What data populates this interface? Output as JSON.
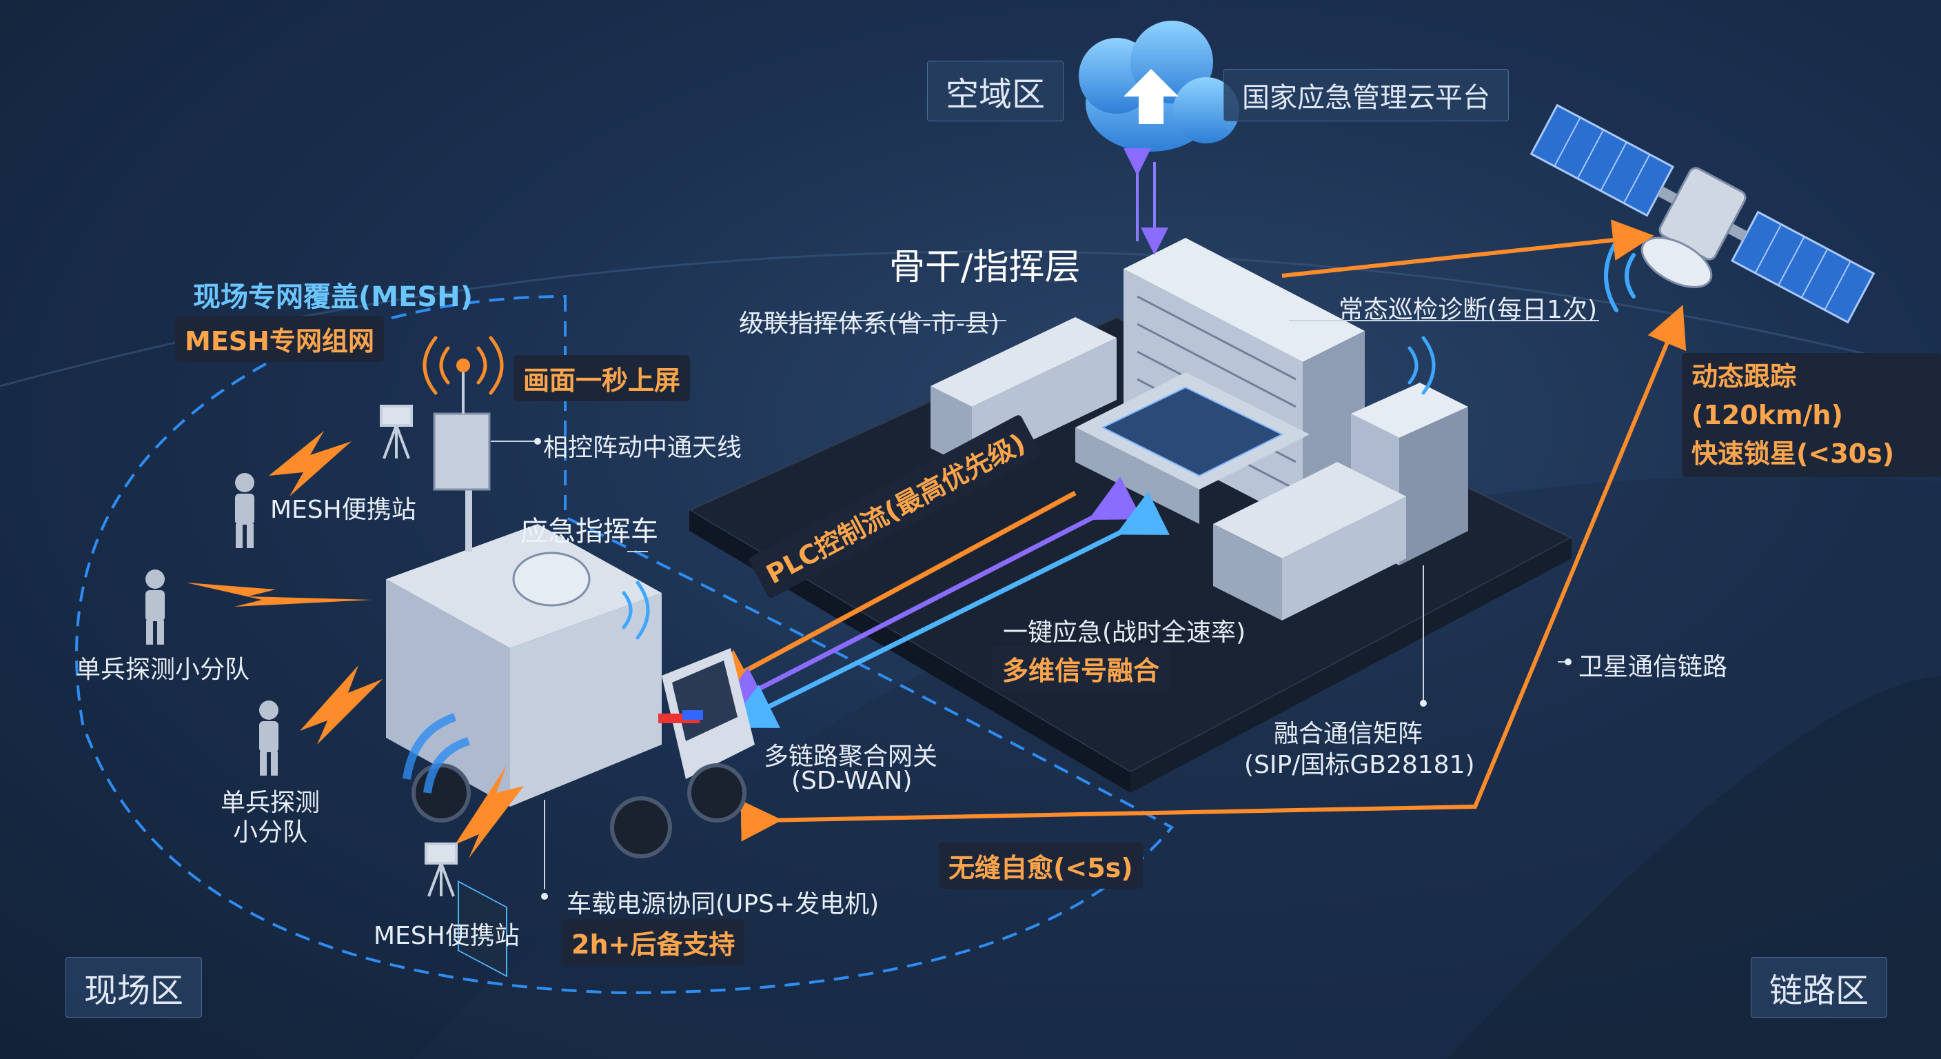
{
  "zones": {
    "airspace": "空域区",
    "field": "现场区",
    "link": "链路区"
  },
  "cloud": {
    "label": "国家应急管理云平台"
  },
  "backbone": {
    "title": "骨干/指挥层",
    "cascade": "级联指挥体系(省-市-县)",
    "patrol": "常态巡检诊断(每日1次)",
    "matrix_line1": "融合通信矩阵",
    "matrix_line2": "(SIP/国标GB28181)"
  },
  "satellite": {
    "tracking": "动态跟踪(120km/h)",
    "lock": "快速锁星(<30s)",
    "link_label": "卫星通信链路"
  },
  "mesh": {
    "title": "现场专网覆盖(MESH)",
    "badge": "MESH专网组网",
    "screen_badge": "画面一秒上屏",
    "antenna": "相控阵动中通天线",
    "portable_top": "MESH便携站",
    "portable_bottom": "MESH便携站",
    "squad_a": "单兵探测小分队",
    "squad_b_line1": "单兵探测",
    "squad_b_line2": "小分队"
  },
  "vehicle": {
    "title": "应急指挥车",
    "gateway_line1": "多链路聚合网关",
    "gateway_line2": "(SD-WAN)",
    "power": "车载电源协同(UPS+发电机)",
    "power_badge": "2h+后备支持"
  },
  "flows": {
    "plc": "PLC控制流(最高优先级)",
    "one_key": "一键应急(战时全速率)",
    "fusion": "多维信号融合",
    "self_heal": "无缝自愈(<5s)"
  },
  "colors": {
    "accent_orange": "#ff8c2a",
    "dash_blue": "#2f8cf0",
    "purple": "#8a6cff",
    "light_blue": "#4fb4ff",
    "highlight_text": "#ffa64d"
  }
}
